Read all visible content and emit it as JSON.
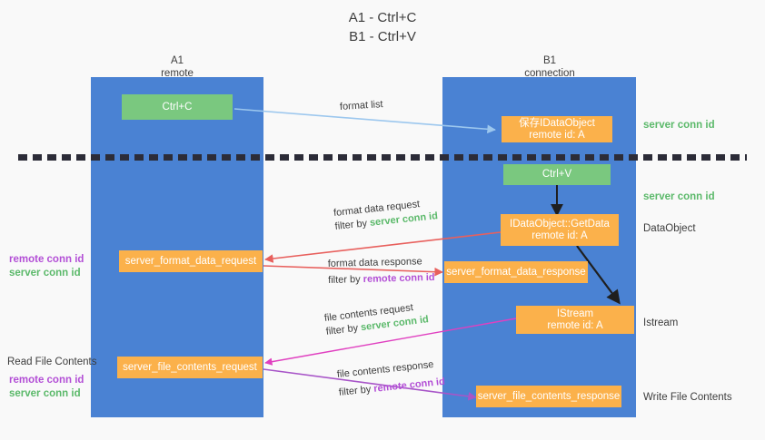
{
  "title": "A1 - Ctrl+C\nB1 - Ctrl+V",
  "columns": {
    "left": {
      "name": "A1",
      "role": "remote",
      "header": "A1\nremote"
    },
    "right": {
      "name": "B1",
      "role": "connection",
      "header": "B1\nconnection"
    }
  },
  "colors": {
    "lane": "#4a82d3",
    "green_box": "#7ac87f",
    "orange_box": "#fbb14b",
    "background": "#f9f9f9",
    "divider": "#2c2c38",
    "arrow_lightblue": "#9cc7ee",
    "arrow_red": "#e8605d",
    "arrow_magenta": "#e040c0",
    "arrow_purple": "#a855c8",
    "arrow_black": "#1f1f1f",
    "server_conn_id": "#5bb96a",
    "remote_conn_id": "#b34fd6",
    "text": "#3c3c3c"
  },
  "boxes": {
    "ctrl_c": {
      "label": "Ctrl+C",
      "kind": "green"
    },
    "save_idataobject": {
      "label": "保存IDataObject\nremote id: A",
      "kind": "orange"
    },
    "ctrl_v": {
      "label": "Ctrl+V",
      "kind": "green"
    },
    "getdata": {
      "label": "IDataObject::GetData\nremote id: A",
      "kind": "orange"
    },
    "format_data_request": {
      "label": "server_format_data_request",
      "kind": "orange"
    },
    "format_data_response": {
      "label": "server_format_data_response",
      "kind": "orange"
    },
    "istream": {
      "label": "IStream\nremote id: A",
      "kind": "orange"
    },
    "file_contents_request": {
      "label": "server_file_contents_request",
      "kind": "orange"
    },
    "file_contents_response": {
      "label": "server_file_contents_response",
      "kind": "orange"
    }
  },
  "right_labels": {
    "server_conn_id_1": "server conn id",
    "server_conn_id_2": "server conn id",
    "dataobject": "DataObject",
    "istream": "Istream",
    "write_file_contents": "Write File Contents"
  },
  "left_labels": {
    "remote_conn_id_1": "remote conn id",
    "server_conn_id_1": "server conn id",
    "read_file_contents": "Read File Contents",
    "remote_conn_id_2": "remote conn id",
    "server_conn_id_2": "server conn id"
  },
  "edges": {
    "format_list": {
      "label": "format list"
    },
    "format_data_request": {
      "line1": "format data request",
      "line2_prefix": "filter by ",
      "line2_key": "server conn id",
      "key_kind": "server"
    },
    "format_data_response": {
      "line1": "format data response",
      "line2_prefix": "filter by ",
      "line2_key": "remote conn id",
      "key_kind": "remote"
    },
    "file_contents_request": {
      "line1": "file contents request",
      "line2_prefix": "filter by ",
      "line2_key": "server conn id",
      "key_kind": "server"
    },
    "file_contents_response": {
      "line1": "file contents response",
      "line2_prefix": "filter by ",
      "line2_key": "remote conn id",
      "key_kind": "remote"
    }
  }
}
